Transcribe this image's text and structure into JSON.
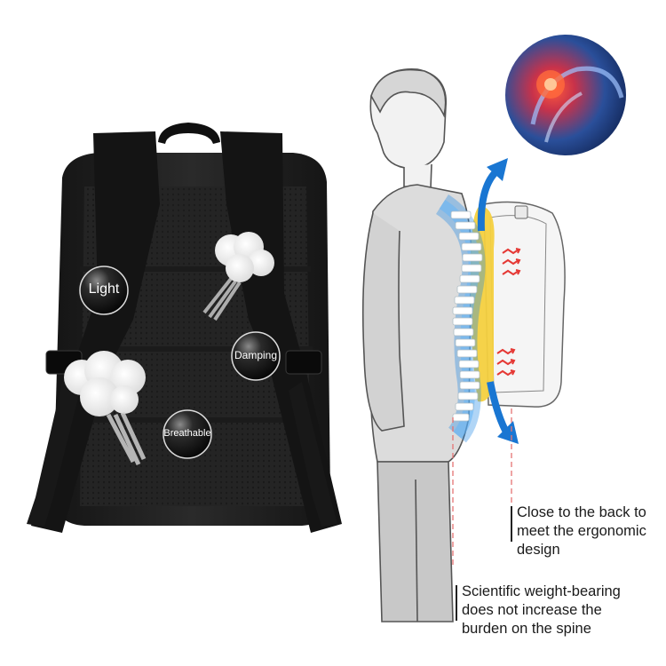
{
  "badges": {
    "light": "Light",
    "damping": "Damping",
    "breathable": "Breathable"
  },
  "callouts": {
    "back": {
      "lines": [
        "Close to the back to",
        "meet the ergonomic",
        "design"
      ]
    },
    "spine": {
      "lines": [
        "Scientific weight-bearing",
        "does not increase the",
        "burden on the spine"
      ]
    }
  },
  "colors": {
    "backpack": "#1e1e1e",
    "mesh": "#2a2a2a",
    "spine_glow": "#1e88e5",
    "padding": "#f4d03f",
    "arrow": "#1976d2",
    "pressure_arrow": "#e53935"
  },
  "icons": [
    "cotton-cloud-icon",
    "shoulder-xray-icon",
    "up-arrow-icon",
    "down-arrow-icon"
  ]
}
